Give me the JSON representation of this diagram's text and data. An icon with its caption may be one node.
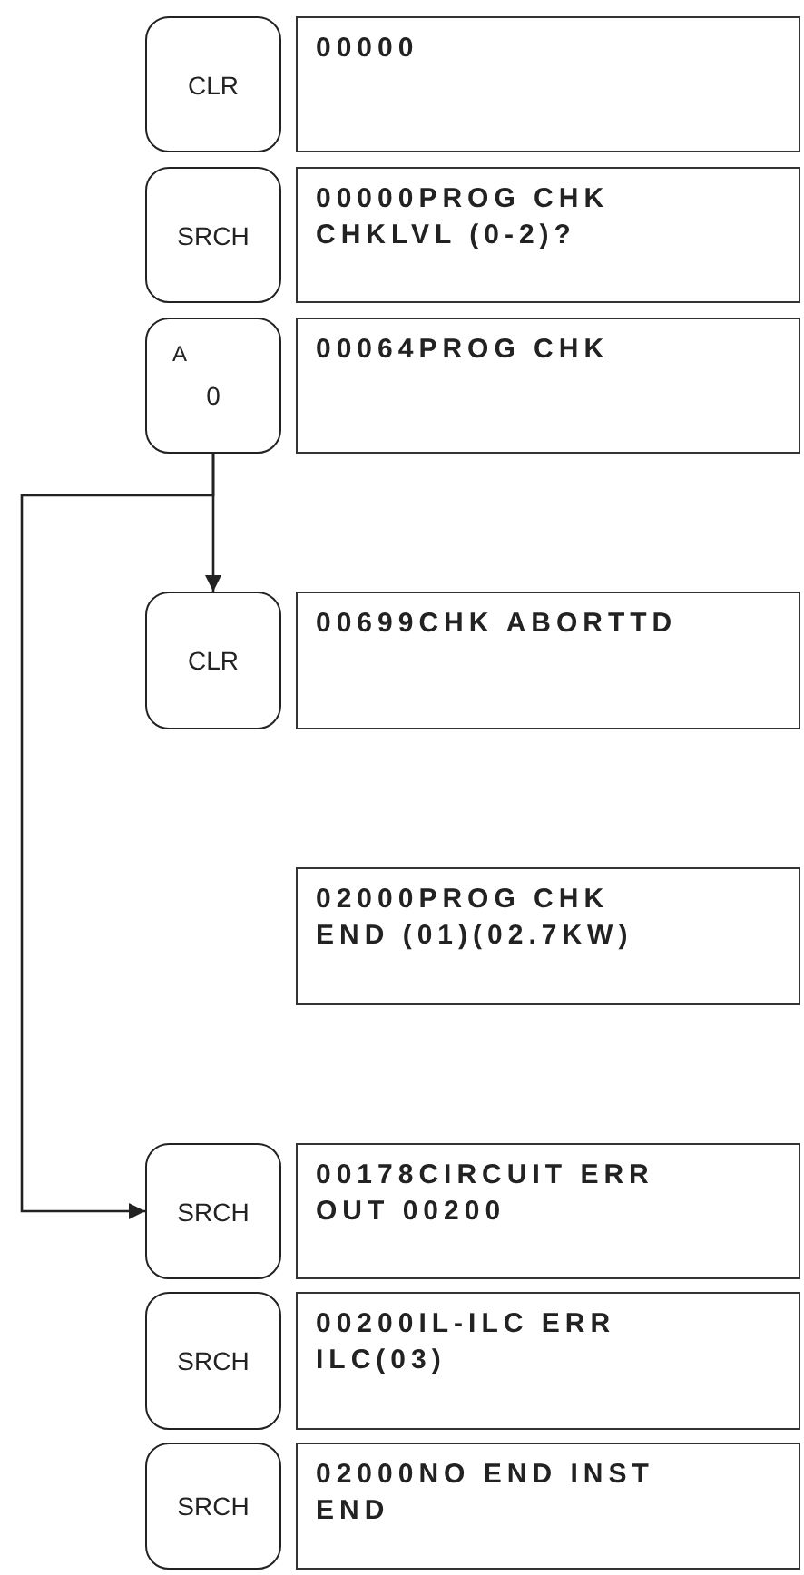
{
  "diagram": {
    "nodes": [
      {
        "text": [
          "CLR"
        ]
      },
      {
        "text": [
          "00000"
        ]
      },
      {
        "text": [
          "SRCH"
        ]
      },
      {
        "text": [
          "00000PROG CHK",
          "CHKLVL (0-2)?"
        ]
      },
      {
        "text": [
          "A",
          "0"
        ]
      },
      {
        "text": [
          "00064PROG CHK"
        ]
      },
      {
        "text": [
          "CLR"
        ]
      },
      {
        "text": [
          "00699CHK ABORTTD"
        ]
      },
      {
        "text": [
          "02000PROG CHK",
          "END (01)(02.7KW)"
        ]
      },
      {
        "text": [
          "SRCH"
        ]
      },
      {
        "text": [
          "00178CIRCUIT ERR",
          "OUT 00200"
        ]
      },
      {
        "text": [
          "SRCH"
        ]
      },
      {
        "text": [
          "00200IL-ILC ERR",
          "ILC(03)"
        ]
      },
      {
        "text": [
          "SRCH"
        ]
      },
      {
        "text": [
          "02000NO END INST",
          "END"
        ]
      }
    ],
    "edges": [
      {
        "from": 4,
        "to": 6,
        "arrow": "to"
      },
      {
        "from": 4,
        "to": 9,
        "arrow": "to"
      }
    ]
  }
}
